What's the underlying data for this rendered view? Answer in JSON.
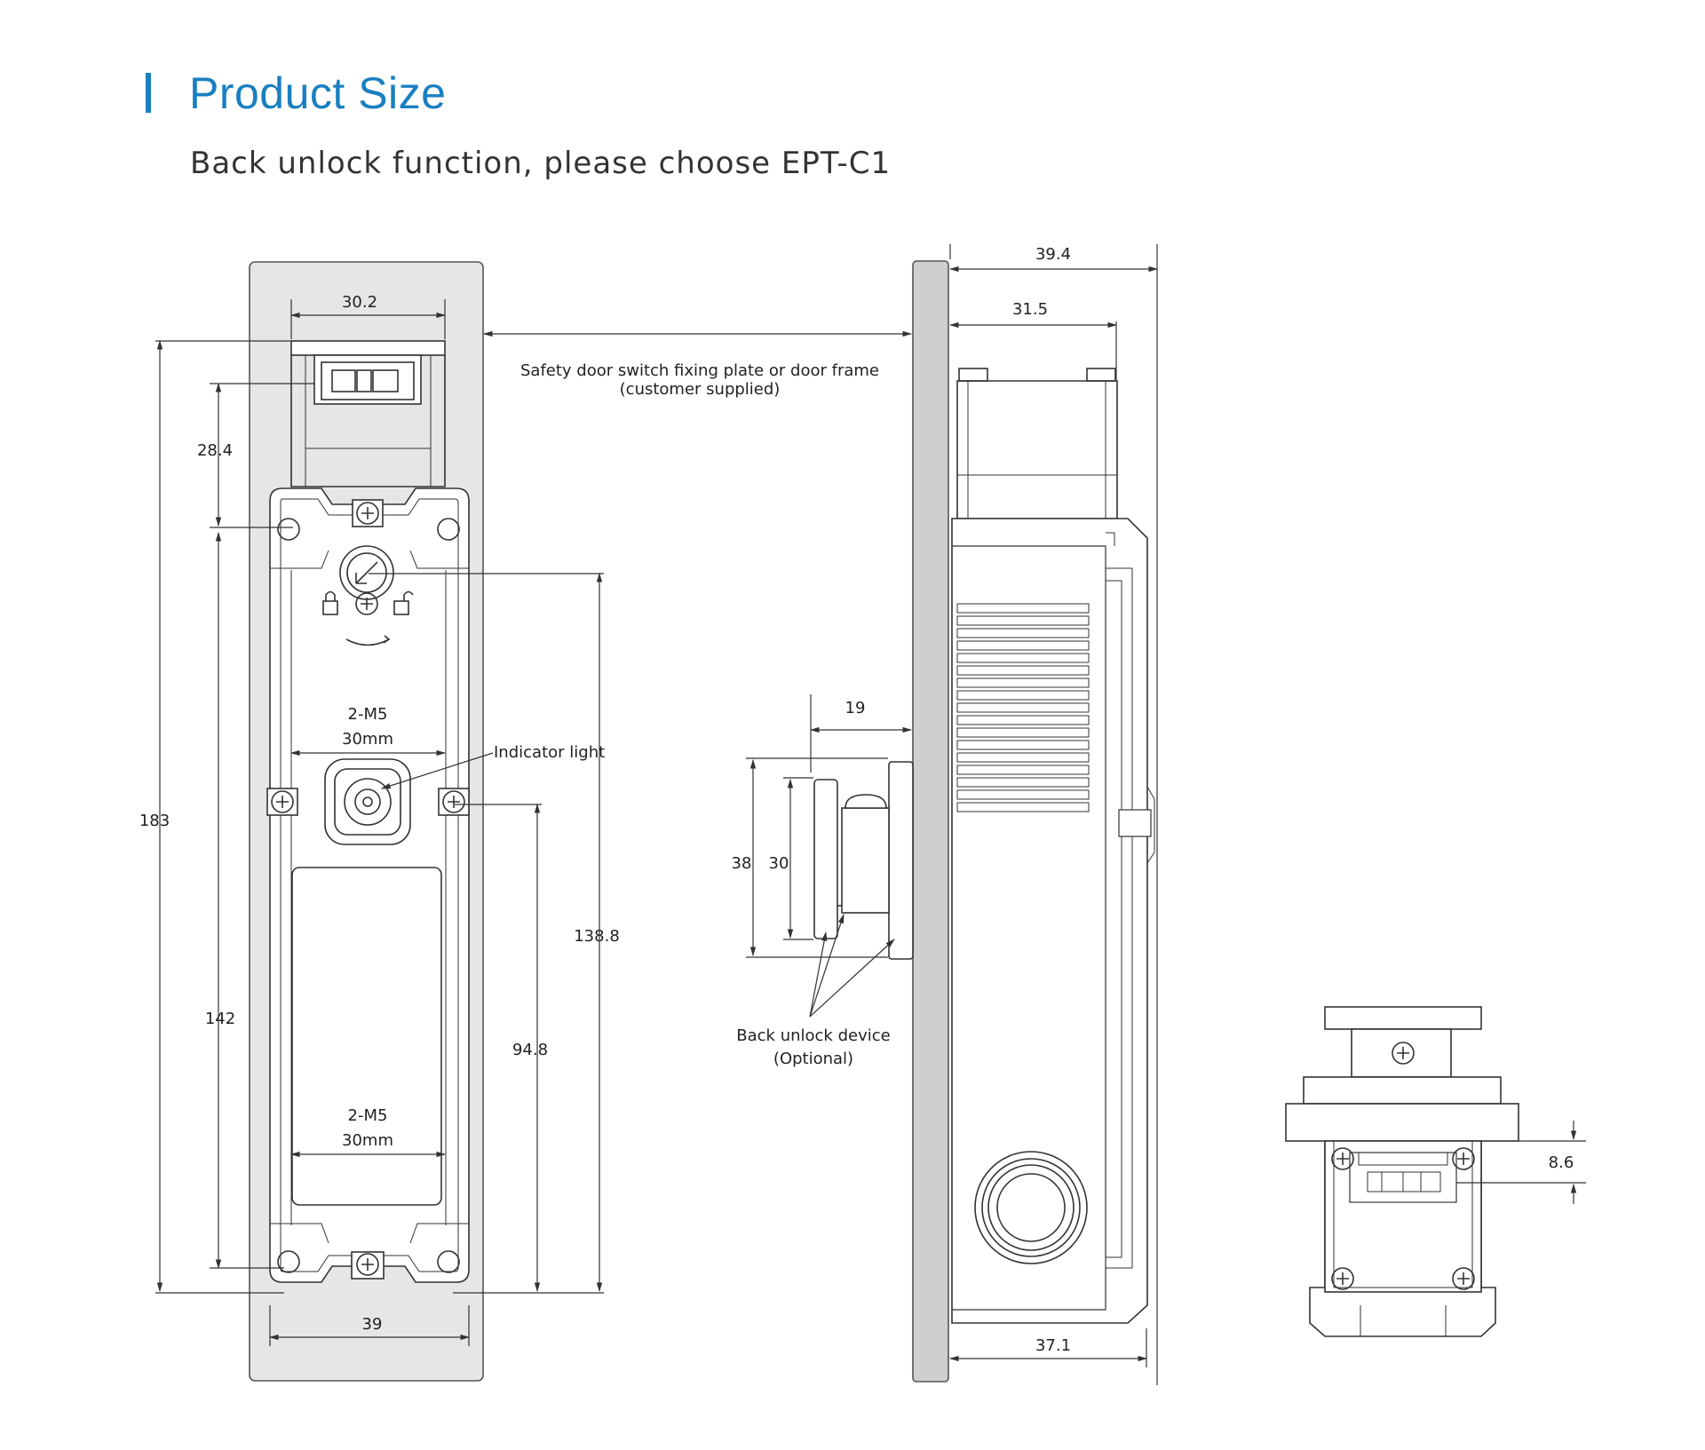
{
  "header": {
    "title": "Product Size",
    "subtitle": "Back unlock function, please choose EPT-C1"
  },
  "colors": {
    "accent": "#1a7fc1",
    "plate_fill": "#e6e6e6",
    "line": "#333333"
  },
  "front_view": {
    "dims": {
      "top_width": "30.2",
      "slot_height": "28.4",
      "overall_height": "183",
      "mount_spacing": "142",
      "center_to_bottom": "138.8",
      "light_to_bottom": "94.8",
      "bottom_width": "39"
    },
    "thread_top": "2-M5",
    "pitch_top": "30mm",
    "thread_bottom": "2-M5",
    "pitch_bottom": "30mm",
    "indicator_label": "Indicator light"
  },
  "side_view": {
    "dims": {
      "total_depth": "39.4",
      "head_depth": "31.5",
      "body_depth": "37.1",
      "device_offset": "19",
      "device_height_outer": "38",
      "device_height_inner": "30"
    },
    "plate_note_line1": "Safety door switch fixing plate or door frame",
    "plate_note_line2": "(customer supplied)",
    "device_note_line1": "Back unlock device",
    "device_note_line2": "(Optional)"
  },
  "top_view": {
    "dims": {
      "offset": "8.6"
    }
  }
}
